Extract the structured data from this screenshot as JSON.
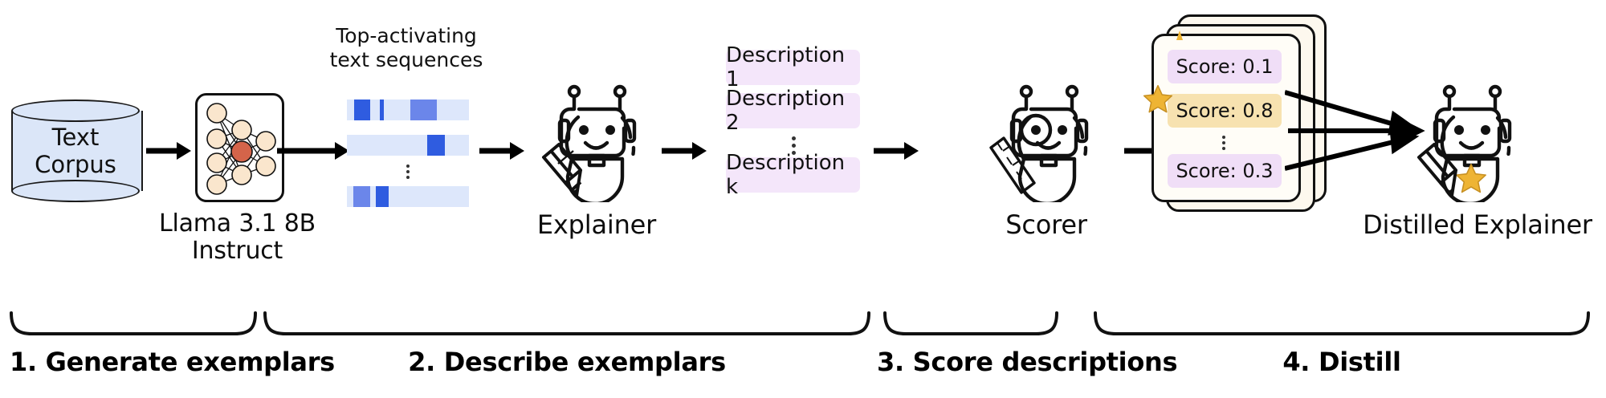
{
  "figure": {
    "type": "pipeline-diagram",
    "title": "Automated interpretability pipeline",
    "background": "#ffffff"
  },
  "colors": {
    "corpus_fill": "#dbe6f8",
    "neuron_fill": "#fae6cd",
    "neuron_active_fill": "#d4644a",
    "sequence_track": "#dde7fb",
    "token_light": "#6b86ea",
    "token_dark": "#2f5ce0",
    "description_pill": "#f4e6fa",
    "score_pill": "#f0def7",
    "score_highlight_pill": "#f7e2b0",
    "card_fill": "#fffdf7",
    "star": "#eeb434",
    "outline": "#111111"
  },
  "stage1": {
    "corpus_label": "Text\nCorpus",
    "model_label": "Llama 3.1 8B\nInstruct",
    "sequences_caption": "Top-activating\ntext sequences",
    "network": {
      "layers": [
        4,
        3,
        3
      ],
      "active_node": "hidden-middle"
    },
    "sequences": [
      {
        "tokens": [
          {
            "left_pct": 6,
            "width_pct": 13,
            "shade": "dark"
          },
          {
            "left_pct": 27,
            "width_pct": 3,
            "shade": "dark"
          },
          {
            "left_pct": 52,
            "width_pct": 22,
            "shade": "light"
          }
        ]
      },
      {
        "tokens": [
          {
            "left_pct": 66,
            "width_pct": 14,
            "shade": "dark"
          }
        ]
      },
      {
        "tokens": [
          {
            "left_pct": 5,
            "width_pct": 14,
            "shade": "light"
          },
          {
            "left_pct": 24,
            "width_pct": 10,
            "shade": "dark"
          }
        ]
      }
    ],
    "step_label": "1. Generate exemplars"
  },
  "stage2": {
    "agent_label": "Explainer",
    "agent_icon": "robot-with-pencil-icon",
    "descriptions": [
      {
        "text": "Description 1"
      },
      {
        "text": "Description 2"
      },
      {
        "text": "Description k"
      }
    ],
    "ellipsis": "vertical-ellipsis",
    "step_label": "2. Describe exemplars"
  },
  "stage3": {
    "agent_label": "Scorer",
    "agent_icon": "robot-with-ruler-icon",
    "card_count": 3,
    "scores": [
      {
        "text": "Score: 0.1",
        "highlighted": false
      },
      {
        "text": "Score: 0.8",
        "highlighted": true
      },
      {
        "text": "Score: 0.3",
        "highlighted": false
      }
    ],
    "star_icon": "star-icon",
    "ellipsis": "vertical-ellipsis",
    "step_label": "3. Score descriptions"
  },
  "stage4": {
    "agent_label": "Distilled Explainer",
    "agent_icon": "robot-with-pencil-and-star-icon",
    "incoming_arrow_count": 3,
    "step_label": "4. Distill"
  }
}
